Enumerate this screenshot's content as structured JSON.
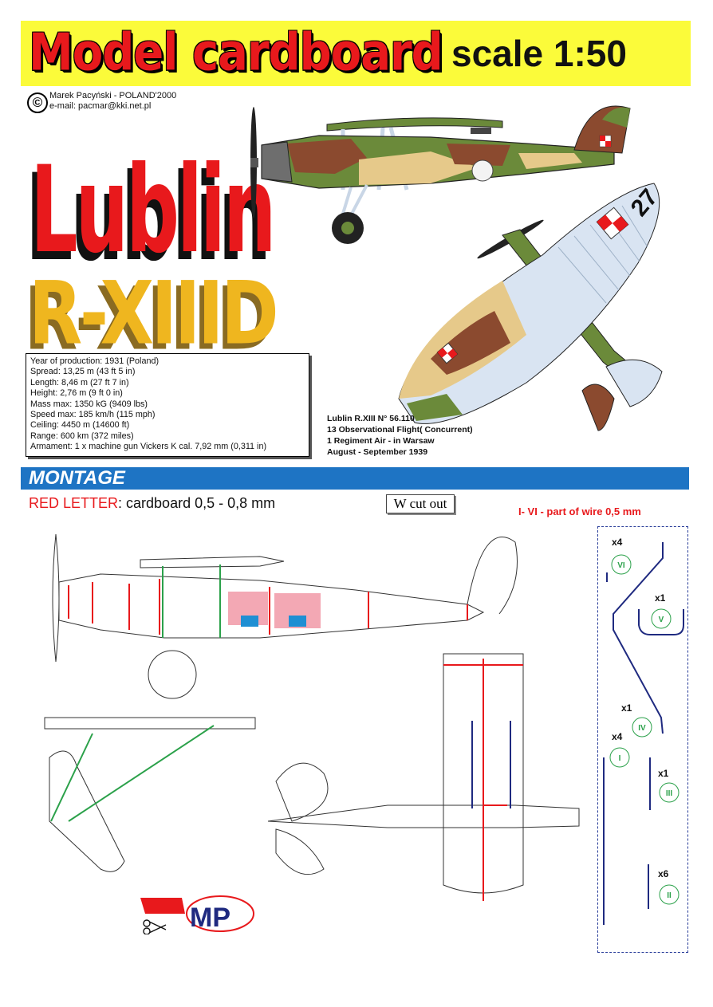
{
  "header": {
    "title": "Model cardboard",
    "scale": "scale 1:50",
    "copyright_symbol": "©",
    "author_line": "Marek Pacyński - POLAND'2000",
    "email_line": "e-mail: pacmar@kki.net.pl"
  },
  "hero": {
    "name": "Lublin",
    "model": "R-XIIID"
  },
  "specs": [
    "Year of production: 1931 (Poland)",
    "Spread:  13,25 m (43 ft 5 in)",
    "Length:  8,46 m (27 ft 7  in)",
    "Height:  2,76 m (9 ft 0 in)",
    "Mass max:  1350 kG (9409 lbs)",
    "Speed max: 185 km/h (115  mph)",
    "Ceiling:  4450 m (14600 ft)",
    "Range: 600 km (372 miles)",
    "Armament: 1 x machine gun Vickers K cal. 7,92 mm (0,311 in)"
  ],
  "caption": [
    "Lublin R.XIII  N° 56.110",
    "13 Observational Flight( Concurrent)",
    "1 Regiment Air - in Warsaw",
    "August - September  1939"
  ],
  "plane": {
    "side_number": "27"
  },
  "montage": {
    "title": "MONTAGE",
    "red_letter_label": "RED LETTER",
    "red_letter_text": ": cardboard 0,5 - 0,8 mm",
    "cut_out": "W cut out",
    "wire_note": "I- VI - part of wire 0,5 mm"
  },
  "wires": [
    {
      "count": "x4",
      "roman": "VI"
    },
    {
      "count": "x1",
      "roman": "V"
    },
    {
      "count": "x1",
      "roman": "IV"
    },
    {
      "count": "x4",
      "roman": "I"
    },
    {
      "count": "x1",
      "roman": "III"
    },
    {
      "count": "x6",
      "roman": "II"
    }
  ],
  "logo": {
    "text": "MP"
  },
  "colors": {
    "banner": "#fbfb3a",
    "title_red": "#e8191c",
    "model_yellow": "#efb61f",
    "montage_blue": "#1e74c4",
    "camo_green": "#6b8a3a",
    "camo_brown": "#8b4a2f",
    "camo_sand": "#e6c98a",
    "underside": "#d9e4f2"
  }
}
